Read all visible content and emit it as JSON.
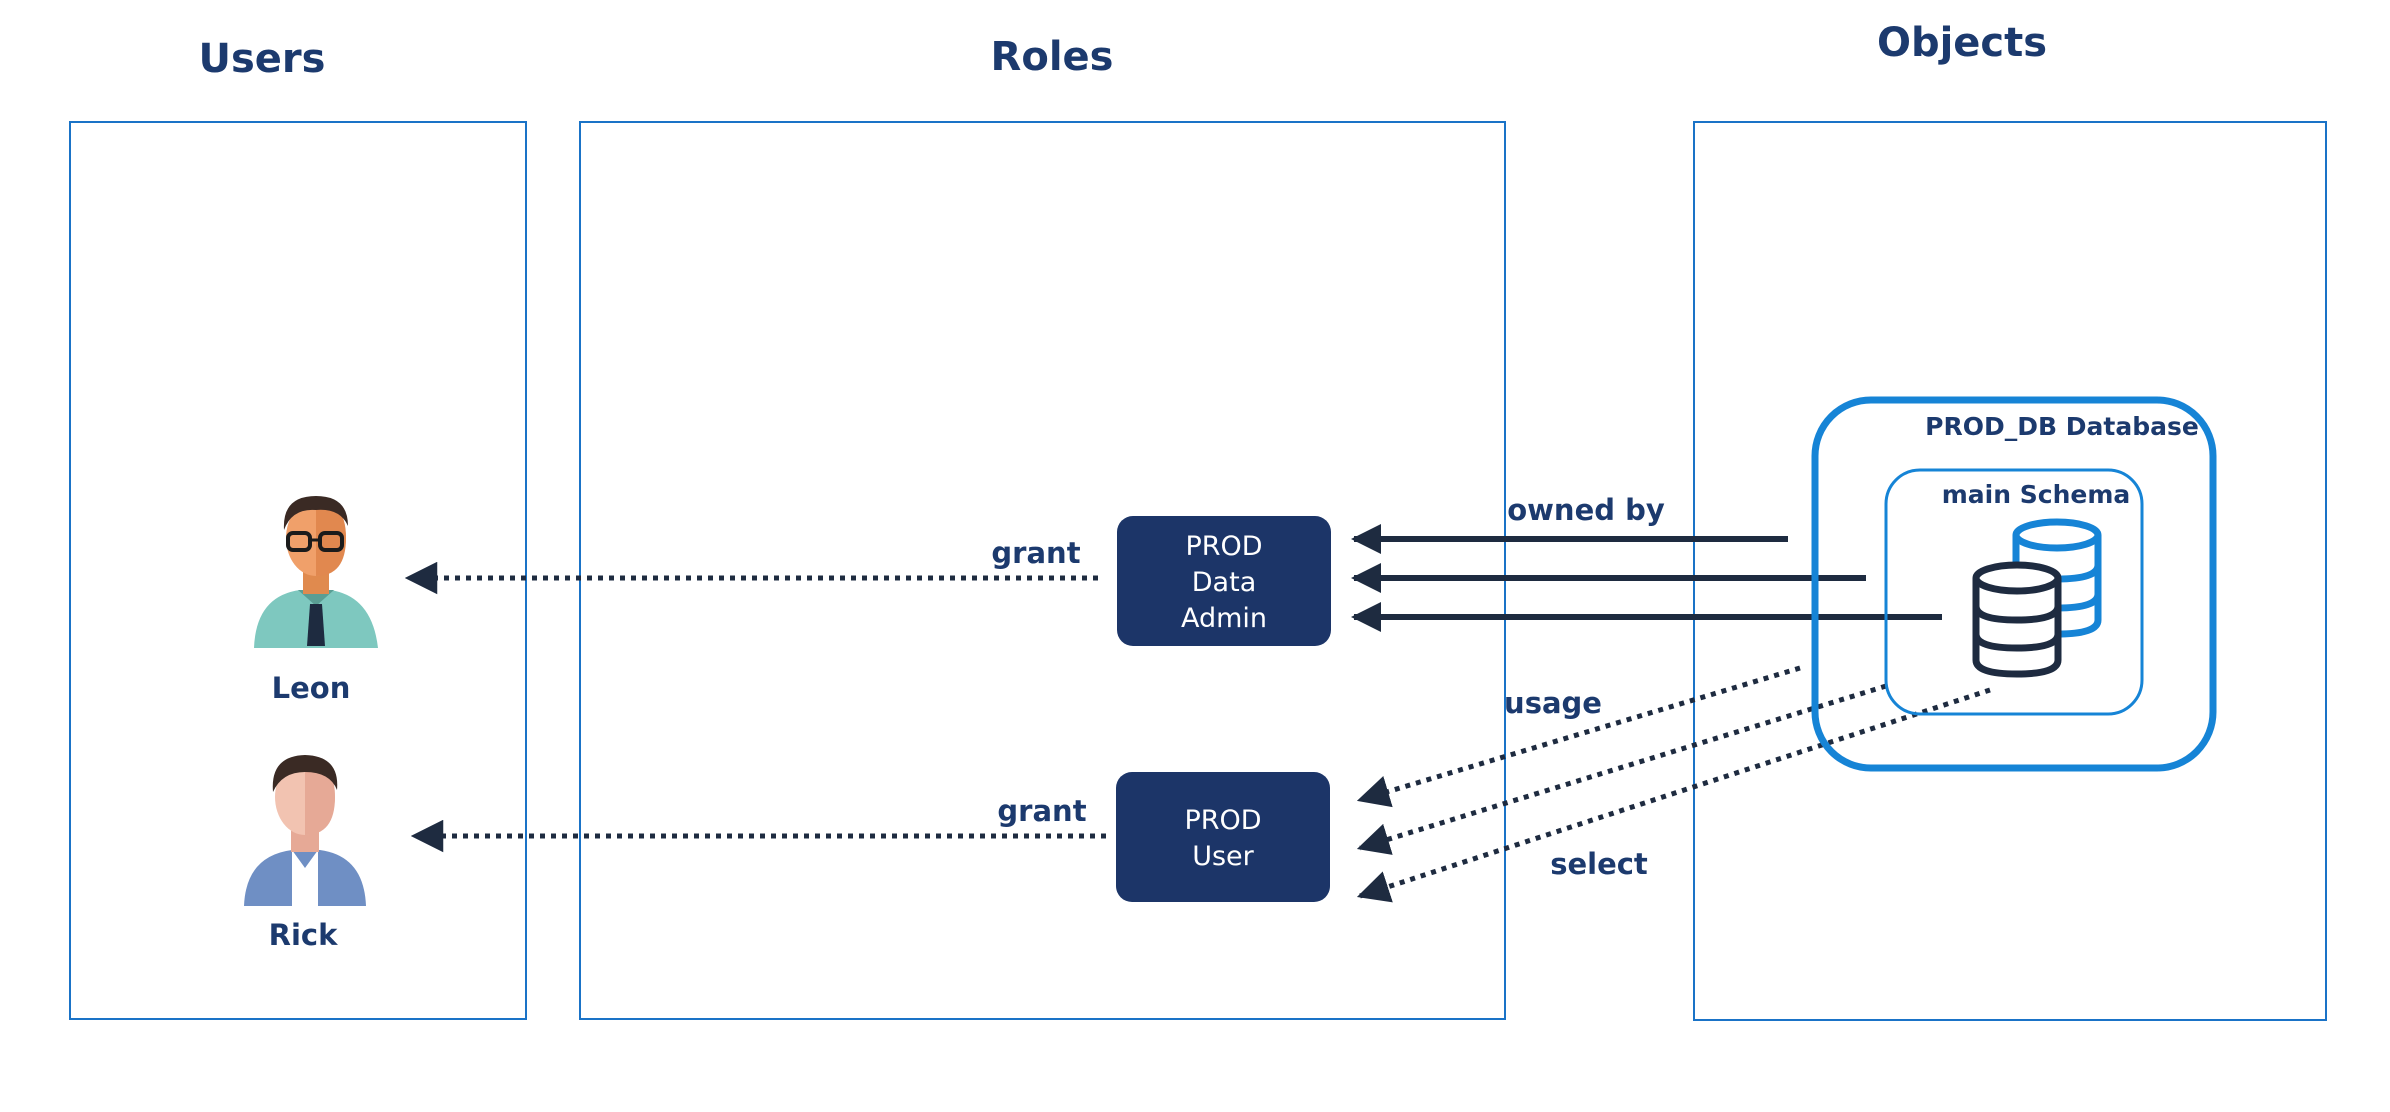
{
  "columns": {
    "users": "Users",
    "roles": "Roles",
    "objects": "Objects"
  },
  "users": [
    {
      "name": "Leon"
    },
    {
      "name": "Rick"
    }
  ],
  "roles": [
    {
      "lines": [
        "PROD",
        "Data",
        "Admin"
      ]
    },
    {
      "lines": [
        "PROD",
        "User"
      ]
    }
  ],
  "objects": {
    "database_label": "PROD_DB Database",
    "schema_label": "main Schema"
  },
  "edges": {
    "grant_admin": "grant",
    "grant_user": "grant",
    "owned_by": "owned by",
    "usage": "usage",
    "select": "select"
  },
  "colors": {
    "title": "#1c3a6e",
    "role_fill": "#1c3568",
    "panel_border": "#1a73c7",
    "db_border": "#1684d6",
    "arrow": "#1e2b40"
  }
}
